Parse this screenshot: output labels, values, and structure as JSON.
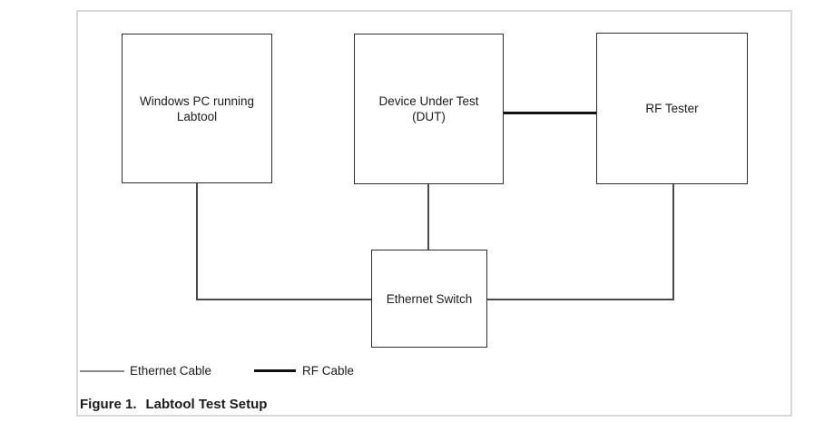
{
  "figure": {
    "caption_prefix": "Figure 1.",
    "caption_title": "Labtool Test Setup"
  },
  "diagram": {
    "nodes": [
      {
        "id": "windows-pc",
        "line1": "Windows PC running",
        "line2": "Labtool"
      },
      {
        "id": "dut",
        "line1": "Device Under Test",
        "line2": "(DUT)"
      },
      {
        "id": "rf-tester",
        "line1": "RF Tester"
      },
      {
        "id": "ethernet-switch",
        "line1": "Ethernet Switch"
      }
    ],
    "connections": [
      {
        "from": "dut",
        "to": "rf-tester",
        "cable": "RF Cable"
      },
      {
        "from": "windows-pc",
        "to": "ethernet-switch",
        "cable": "Ethernet Cable"
      },
      {
        "from": "dut",
        "to": "ethernet-switch",
        "cable": "Ethernet Cable"
      },
      {
        "from": "rf-tester",
        "to": "ethernet-switch",
        "cable": "Ethernet Cable"
      }
    ]
  },
  "legend": {
    "items": [
      {
        "label": "Ethernet Cable",
        "line_style": "thin",
        "color": "#8a8a8a"
      },
      {
        "label": "RF Cable",
        "line_style": "thick",
        "color": "#111111"
      }
    ]
  },
  "colors": {
    "frame_border": "#d8d8d8",
    "box_border": "#2f2f2f",
    "ethernet_connector": "#4a4a4a",
    "rf_cable": "#111111",
    "text": "#1b1b1b",
    "background": "#ffffff"
  }
}
